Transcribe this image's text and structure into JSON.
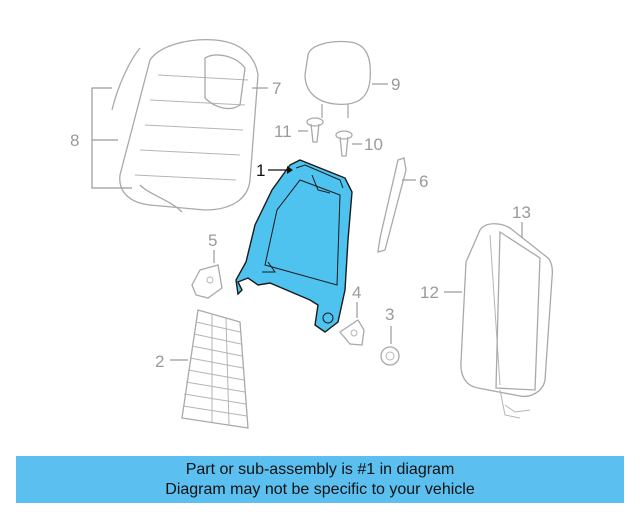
{
  "colors": {
    "highlight": "#4fc3f0",
    "highlight_outline": "#1a1a1a",
    "line_art": "#a9a9a9",
    "banner_bg": "#5bc0f0"
  },
  "callouts": {
    "c1": "1",
    "c2": "2",
    "c3": "3",
    "c4": "4",
    "c5": "5",
    "c6": "6",
    "c7": "7",
    "c8": "8",
    "c9": "9",
    "c10": "10",
    "c11": "11",
    "c12": "12",
    "c13": "13"
  },
  "banner": {
    "line1": "Part or sub-assembly is #1 in diagram",
    "line2": "Diagram may not be specific to your vehicle"
  }
}
